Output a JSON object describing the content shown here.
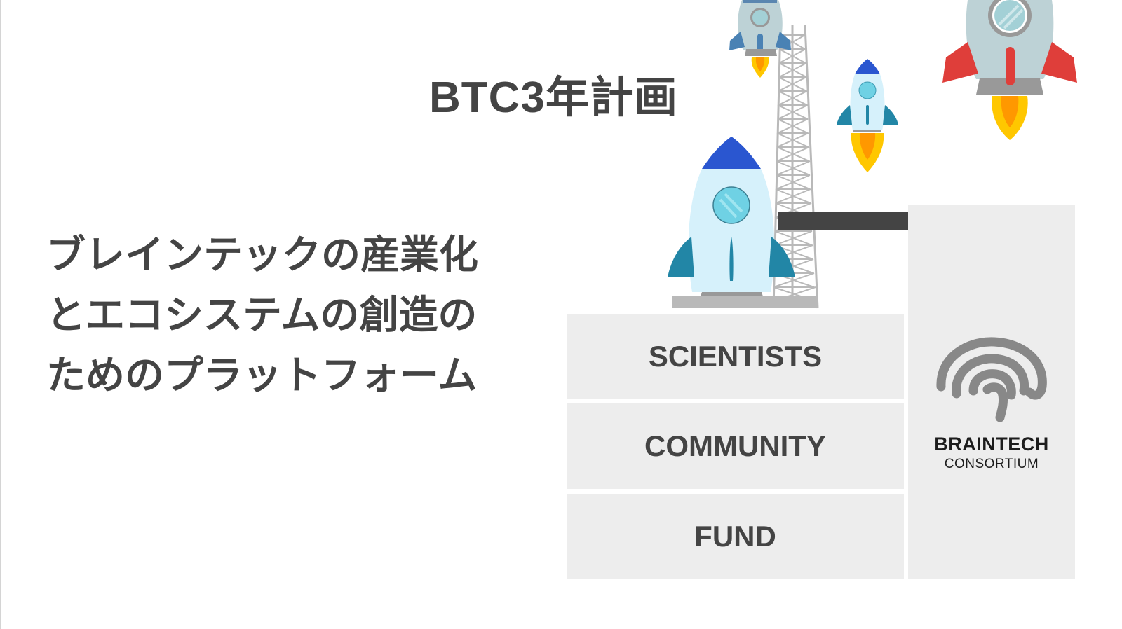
{
  "slide": {
    "title": "BTC3年計画",
    "heading_lines": [
      "ブレインテックの産業化",
      "とエコシステムの創造の",
      "ためのプラットフォーム"
    ]
  },
  "pillars": [
    {
      "label": "SCIENTISTS"
    },
    {
      "label": "COMMUNITY"
    },
    {
      "label": "FUND"
    }
  ],
  "consortium": {
    "name": "BRAINTECH",
    "subtitle": "CONSORTIUM",
    "icon": "brain-arcs-icon"
  },
  "illustration": {
    "icons": [
      "rocket-on-launchpad-icon",
      "launch-tower-icon",
      "gray-rocket-icon",
      "small-blue-rocket-icon",
      "red-rocket-icon"
    ]
  },
  "colors": {
    "text": "#444444",
    "panel": "#ededed",
    "rocket_blue_nose": "#2a56d0",
    "rocket_body_light": "#d6f1fb",
    "rocket_fin_teal": "#2286a6",
    "rocket_gray_body": "#bdd2d6",
    "rocket_red_fin": "#df3e3a",
    "flame_outer": "#ffc700",
    "flame_inner": "#ff9800",
    "tower_gray": "#b9b9b9",
    "bridge_dark": "#444444"
  }
}
